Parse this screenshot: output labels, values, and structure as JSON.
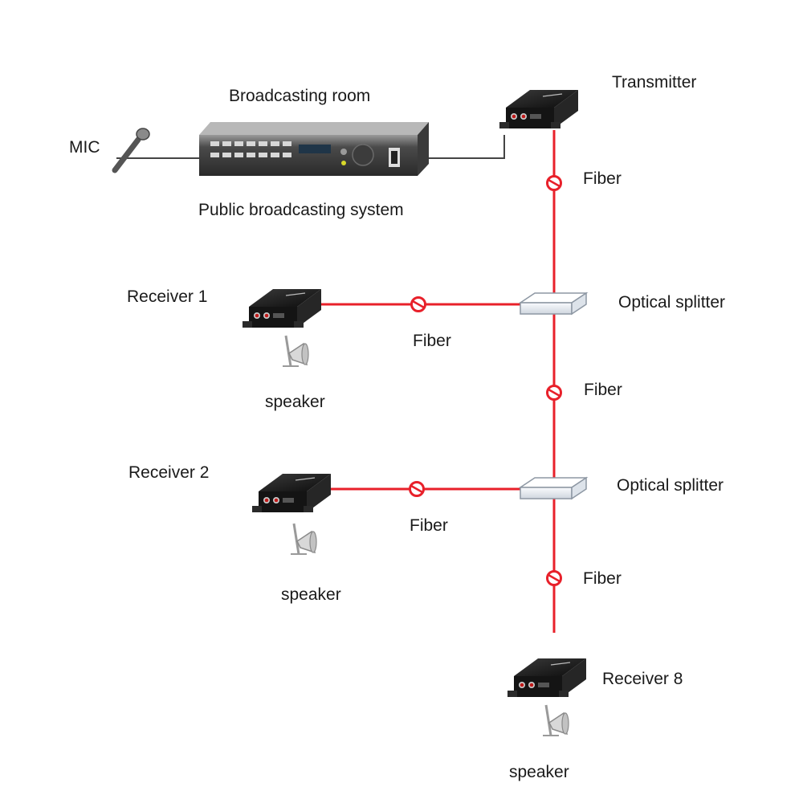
{
  "labels": {
    "mic": "MIC",
    "broadcasting_room": "Broadcasting room",
    "public_system": "Public broadcasting system",
    "transmitter": "Transmitter",
    "fiber_top": "Fiber",
    "receiver_1": "Receiver 1",
    "fiber_r1": "Fiber",
    "splitter_1": "Optical splitter",
    "fiber_mid": "Fiber",
    "speaker_1": "speaker",
    "receiver_2": "Receiver 2",
    "splitter_2": "Optical splitter",
    "fiber_r2": "Fiber",
    "fiber_bottom": "Fiber",
    "speaker_2": "speaker",
    "receiver_8": "Receiver 8",
    "speaker_8": "speaker"
  },
  "colors": {
    "fiber": "#e8202a",
    "device": "#1b1b1b",
    "cable": "#444444",
    "splitter": "#eef1f5"
  }
}
